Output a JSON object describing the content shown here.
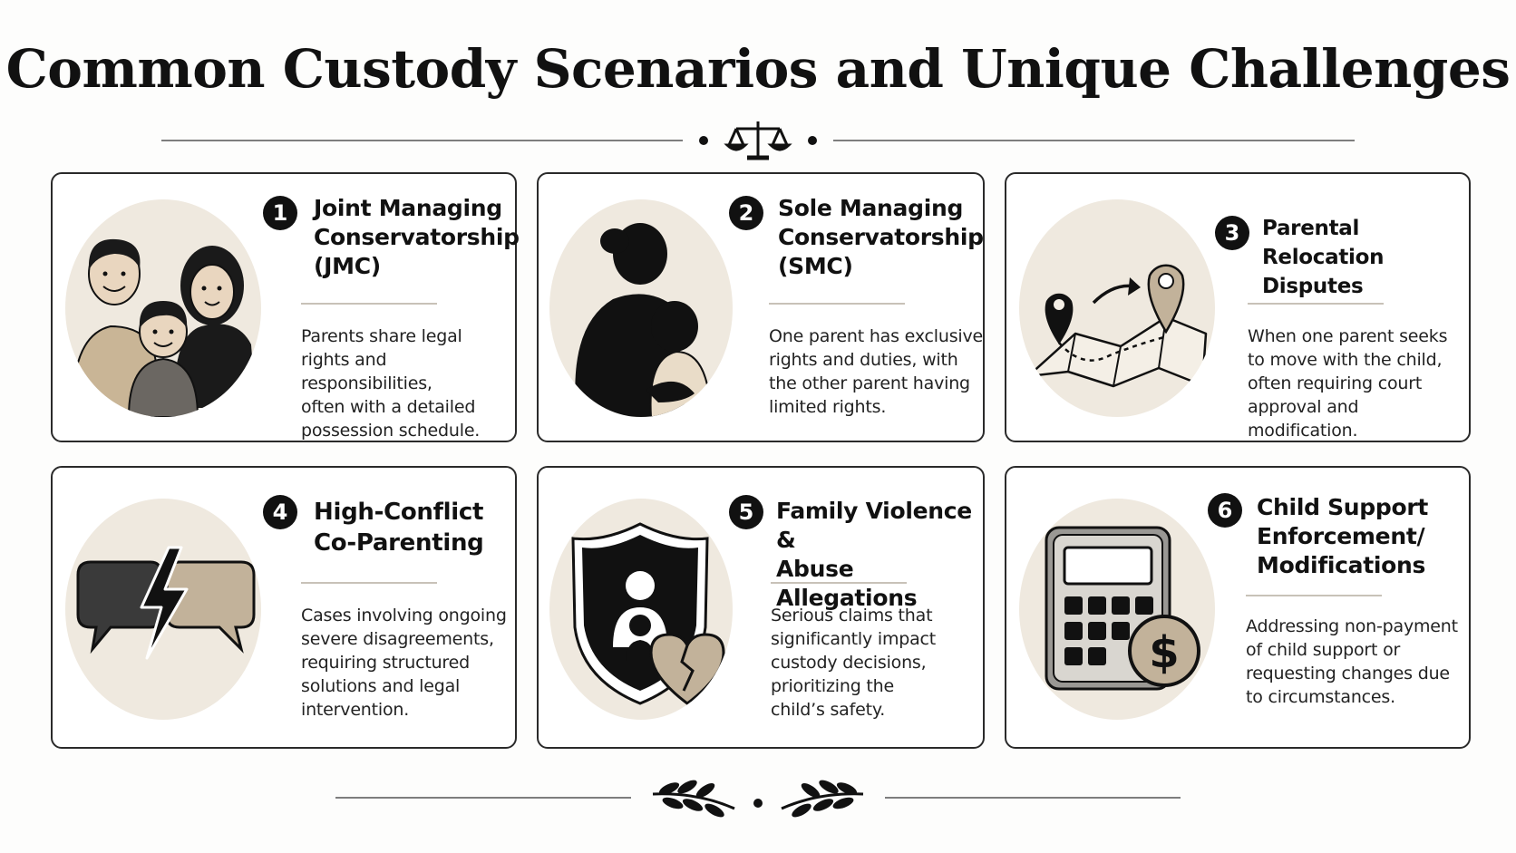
{
  "title": "Common Custody Scenarios and Unique Challenges",
  "colors": {
    "accent_tan": "#c2b29a",
    "ink": "#111111",
    "bubble_bg": "#efe9df"
  },
  "cards": [
    {
      "number": "1",
      "title": "Joint Managing\nConservatorship\n(JMC)",
      "description": "Parents share legal\nrights and responsibilities,\noften with a detailed\npossession schedule.",
      "icon": "family-icon"
    },
    {
      "number": "2",
      "title": "Sole Managing\nConservatorship\n(SMC)",
      "description": "One parent has exclusive\nrights and duties, with\nthe other parent having\nlimited rights.",
      "icon": "parent-holding-child-icon"
    },
    {
      "number": "3",
      "title": "Parental Relocation\nDisputes",
      "description": "When one parent seeks\nto move with the child,\noften requiring court\napproval and modification.",
      "icon": "map-relocation-icon"
    },
    {
      "number": "4",
      "title": "High-Conflict\nCo-Parenting",
      "description": "Cases involving ongoing\nsevere disagreements,\nrequiring structured\nsolutions and legal\nintervention.",
      "icon": "conflict-speech-bubbles-icon"
    },
    {
      "number": "5",
      "title": "Family Violence &\nAbuse Allegations",
      "description": "Serious claims that\nsignificantly impact\ncustody decisions,\nprioritizing the\nchild’s safety.",
      "icon": "shield-broken-heart-icon"
    },
    {
      "number": "6",
      "title": "Child Support\nEnforcement/\nModifications",
      "description": "Addressing non-payment\nof child support or\nrequesting changes due\nto circumstances.",
      "icon": "calculator-dollar-icon"
    }
  ]
}
